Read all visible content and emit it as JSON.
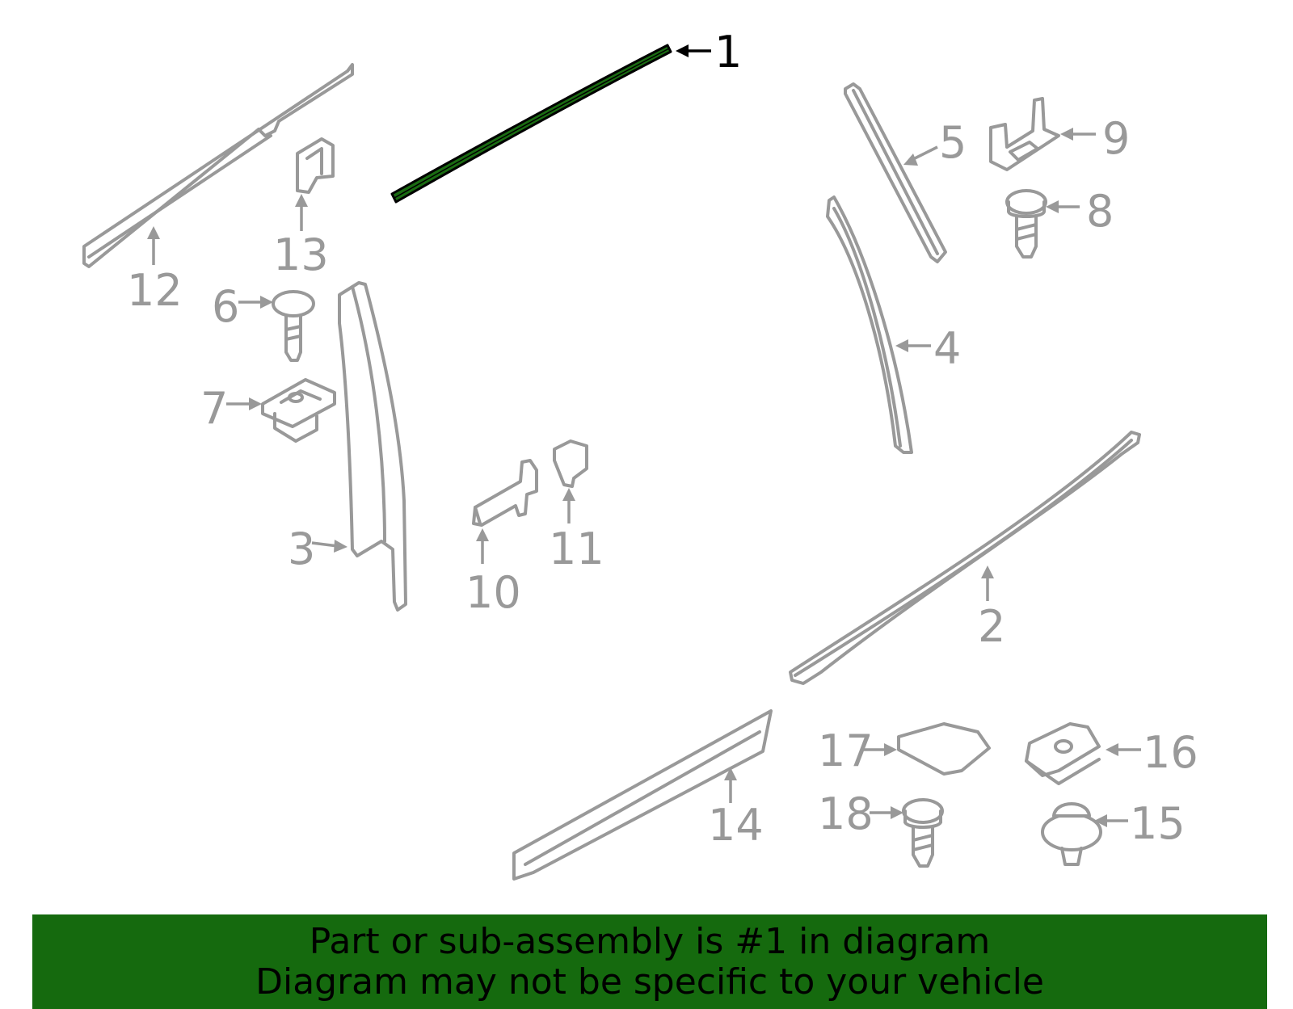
{
  "diagram": {
    "callouts": [
      "1",
      "2",
      "3",
      "4",
      "5",
      "6",
      "7",
      "8",
      "9",
      "10",
      "11",
      "12",
      "13",
      "14",
      "15",
      "16",
      "17",
      "18"
    ],
    "highlighted_part": "1"
  },
  "banner": {
    "line1": "Part or sub-assembly is #1 in diagram",
    "line2": "Diagram may not be specific to your vehicle"
  },
  "colors": {
    "highlight": "#1a6b12",
    "banner": "#156a0e",
    "parts": "#999999"
  }
}
